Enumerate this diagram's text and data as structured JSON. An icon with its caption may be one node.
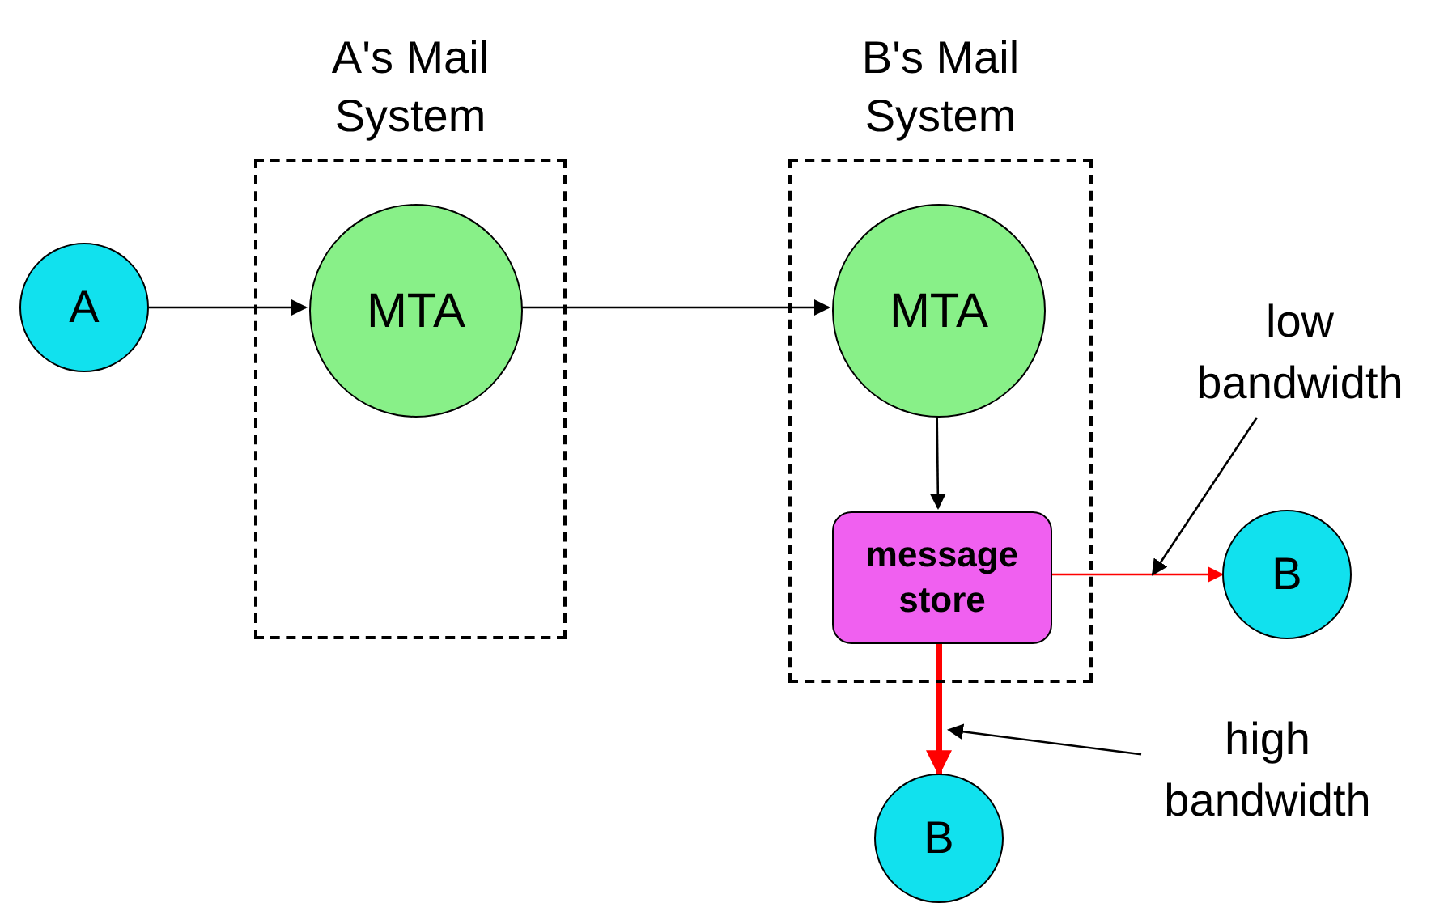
{
  "diagram": {
    "nodes": [
      {
        "text": [
          "A's Mail System"
        ]
      },
      {
        "text": [
          "MTA"
        ],
        "in": 0
      },
      {
        "text": [
          "B's Mail System"
        ]
      },
      {
        "text": [
          "MTA"
        ],
        "in": 2
      },
      {
        "text": [
          "message store"
        ],
        "in": 2
      },
      {
        "text": [
          "A"
        ]
      },
      {
        "text": [
          "B"
        ]
      },
      {
        "text": [
          "B"
        ]
      },
      {
        "text": [
          "low bandwidth"
        ]
      },
      {
        "text": [
          "high bandwidth"
        ]
      }
    ],
    "edges": [
      {
        "from": 5,
        "to": 1,
        "arrow": "to"
      },
      {
        "from": 1,
        "to": 3,
        "arrow": "to"
      },
      {
        "from": 3,
        "to": 4,
        "arrow": "to"
      },
      {
        "from": 4,
        "to": 6,
        "arrow": "to",
        "color": "#ff0000"
      },
      {
        "from": 4,
        "to": 7,
        "arrow": "to",
        "style": "thick",
        "color": "#ff0000"
      },
      {
        "from": 8,
        "to": null,
        "arrow": "to"
      },
      {
        "from": 9,
        "to": null,
        "arrow": "to"
      }
    ]
  }
}
